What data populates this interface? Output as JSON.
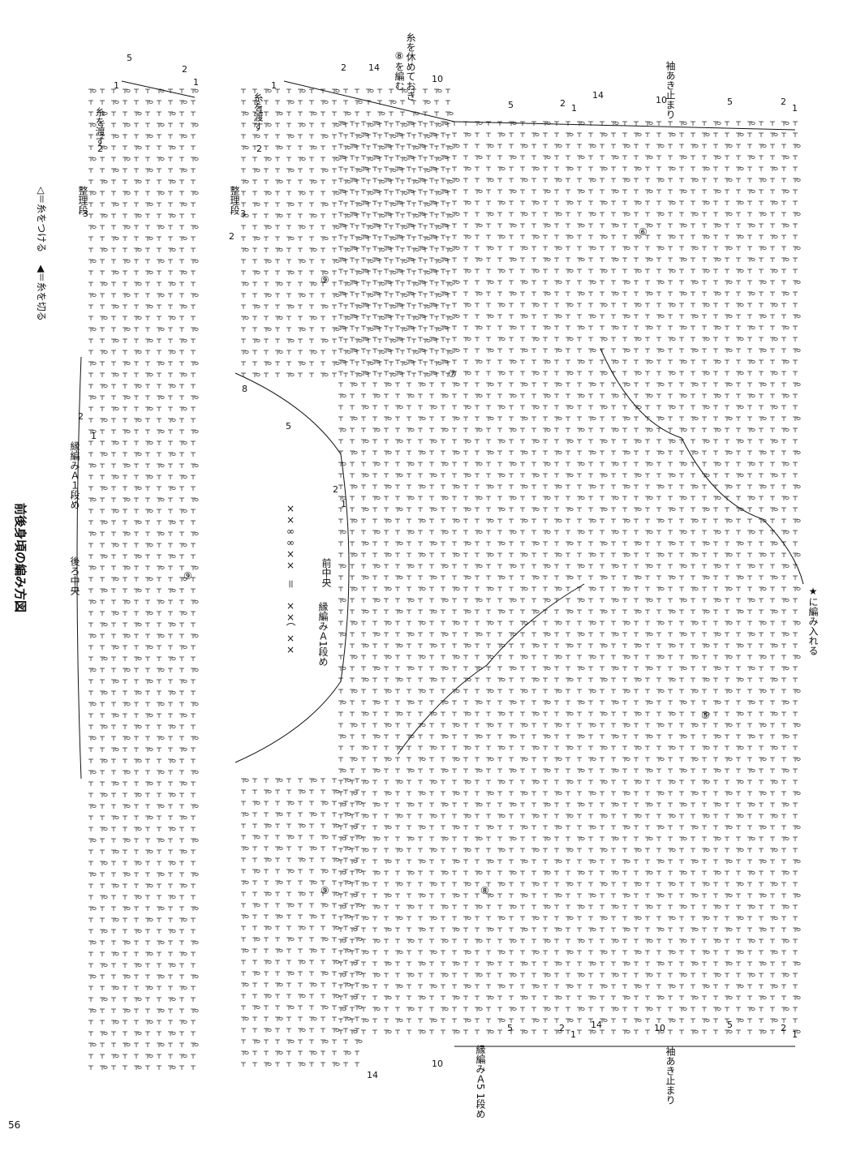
{
  "title": "前後身頃の編み方図",
  "legend": {
    "attach": "◁＝糸をつける",
    "cut": "◀＝糸を切る"
  },
  "page_number": "56",
  "labels": {
    "back_center": "後ろ中央",
    "front_center": "前中央",
    "edge_a_row1_back": "縁編みＡ１段め",
    "edge_a_row1_front": "縁編みＡ1段め",
    "edge_a_row1_bottom": "縁編みＡ5 1段め",
    "pass_yarn_1": "糸を渡す",
    "pass_yarn_2": "糸を渡す",
    "rest_yarn": "糸を休めておき",
    "knit_row8": "⑧を編む",
    "adjust_row_1": "整理段",
    "adjust_row_2": "整理段",
    "sleeve_stop_top": "袖あき止まり",
    "sleeve_stop_bottom": "袖あき止まり",
    "knit_into_star": "★に編み入れる",
    "formula_left": "××⌒××",
    "formula_eq": "＝",
    "formula_right": "××∞∞××"
  },
  "circled_numbers": [
    "⑨",
    "⑨",
    "⑨",
    "⑧",
    "⑦",
    "⑥",
    "⑤"
  ],
  "row_numbers": {
    "top_left": [
      "5",
      "2",
      "1",
      "1",
      "2",
      "3",
      "2",
      "1"
    ],
    "top_right": [
      "1",
      "2",
      "14",
      "10",
      "5",
      "2",
      "1",
      "14",
      "10",
      "5",
      "2",
      "1"
    ],
    "bottom": [
      "14",
      "10",
      "5",
      "2",
      "1",
      "14",
      "10",
      "5",
      "2",
      "1"
    ],
    "misc": [
      "8",
      "5",
      "1",
      "2",
      "2",
      "1",
      "3",
      "2"
    ]
  },
  "colors": {
    "ink": "#111111",
    "background": "#ffffff"
  }
}
